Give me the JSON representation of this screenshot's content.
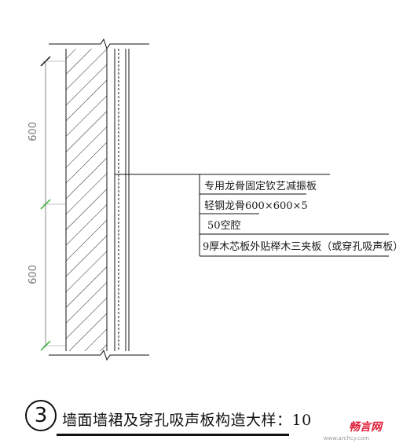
{
  "dimensions": {
    "upper": "600",
    "lower": "600"
  },
  "callouts": [
    "专用龙骨固定钦艺减振板",
    "轻钢龙骨600×600×5",
    "50空腔",
    "9厚木芯板外贴榉木三夹板（或穿孔吸声板）"
  ],
  "title": {
    "number": "3",
    "text": "墙面墙裙及穿孔吸声板构造大样：10"
  },
  "watermark": {
    "logo": "畅言网",
    "url": "www.archcy.com"
  },
  "colors": {
    "dimension": "#7a7a7a",
    "extension_ticks": "#2db32d",
    "lines": "#111111",
    "logo": "#e0203a"
  }
}
